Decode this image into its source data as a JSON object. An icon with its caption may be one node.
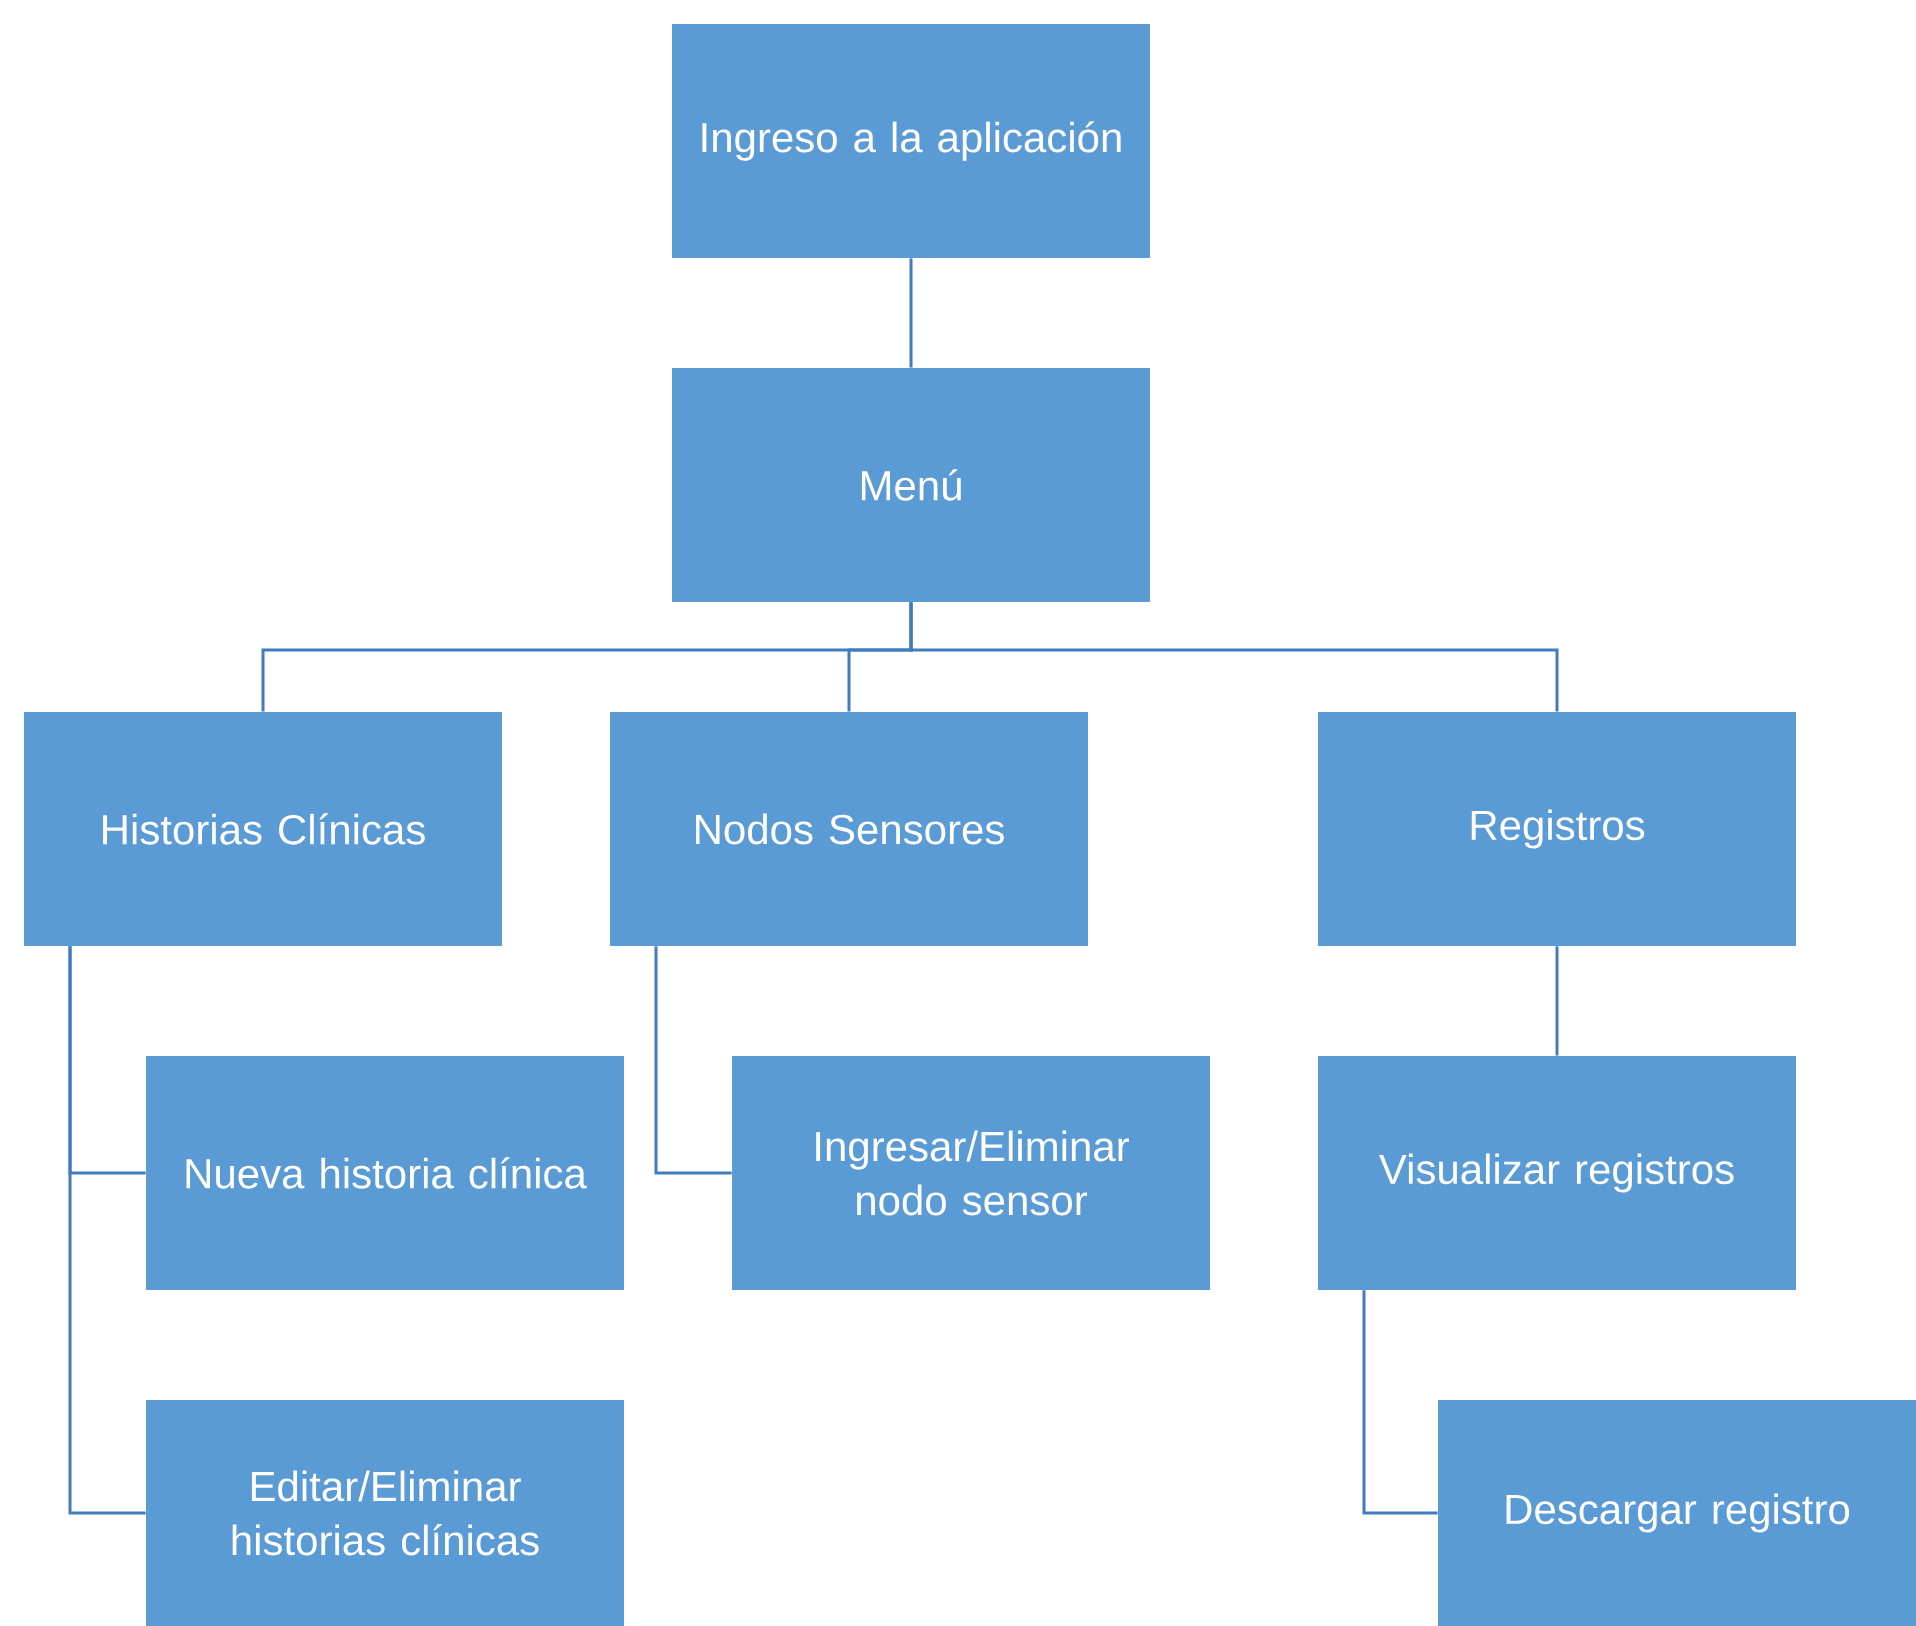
{
  "diagram": {
    "nodes": [
      {
        "text": [
          "Ingreso a la aplicación"
        ]
      },
      {
        "text": [
          "Menú"
        ]
      },
      {
        "text": [
          "Historias Clínicas"
        ]
      },
      {
        "text": [
          "Nodos Sensores"
        ]
      },
      {
        "text": [
          "Registros"
        ]
      },
      {
        "text": [
          "Nueva historia clínica"
        ]
      },
      {
        "text": [
          "Editar/Eliminar historias clínicas"
        ]
      },
      {
        "text": [
          "Ingresar/Eliminar nodo sensor"
        ]
      },
      {
        "text": [
          "Visualizar registros"
        ]
      },
      {
        "text": [
          "Descargar registro"
        ]
      }
    ],
    "edges": [
      {
        "from": 0,
        "to": 1,
        "arrow": "none"
      },
      {
        "from": 1,
        "to": 2,
        "arrow": "none"
      },
      {
        "from": 1,
        "to": 3,
        "arrow": "none"
      },
      {
        "from": 1,
        "to": 4,
        "arrow": "none"
      },
      {
        "from": 2,
        "to": 5,
        "arrow": "none"
      },
      {
        "from": 2,
        "to": 6,
        "arrow": "none"
      },
      {
        "from": 3,
        "to": 7,
        "arrow": "none"
      },
      {
        "from": 4,
        "to": 8,
        "arrow": "none"
      },
      {
        "from": 8,
        "to": 9,
        "arrow": "none"
      }
    ]
  }
}
